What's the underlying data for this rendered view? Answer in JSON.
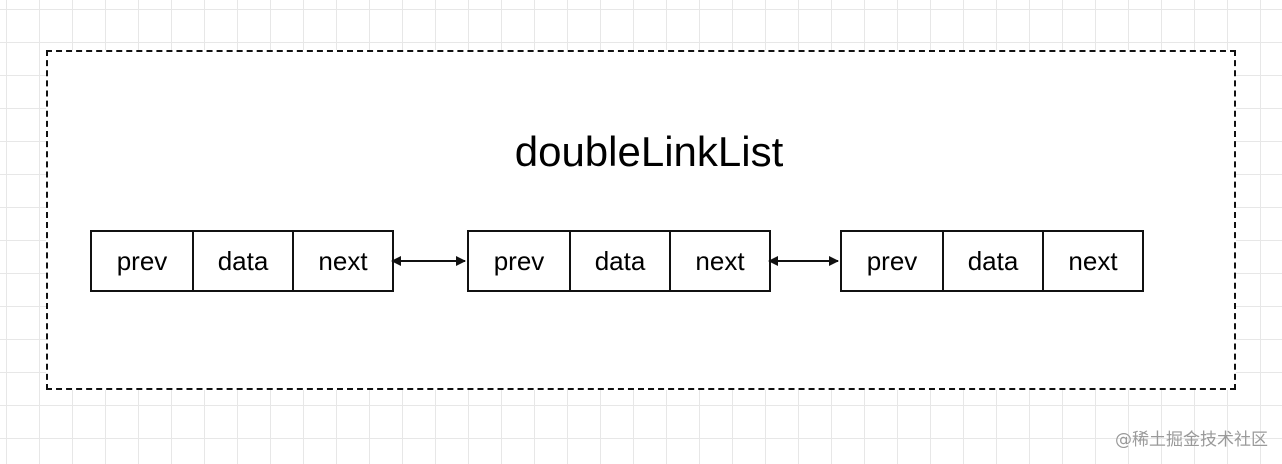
{
  "diagram": {
    "title": "doubleLinkList",
    "nodes": [
      {
        "cells": [
          "prev",
          "data",
          "next"
        ]
      },
      {
        "cells": [
          "prev",
          "data",
          "next"
        ]
      },
      {
        "cells": [
          "prev",
          "data",
          "next"
        ]
      }
    ],
    "links": [
      {
        "from": 0,
        "to": 1,
        "direction": "bidirectional"
      },
      {
        "from": 1,
        "to": 2,
        "direction": "bidirectional"
      }
    ],
    "colors": {
      "stroke": "#111111",
      "grid": "#e7e7e7",
      "watermark": "#9a9a9a"
    }
  },
  "watermark": "@稀土掘金技术社区"
}
